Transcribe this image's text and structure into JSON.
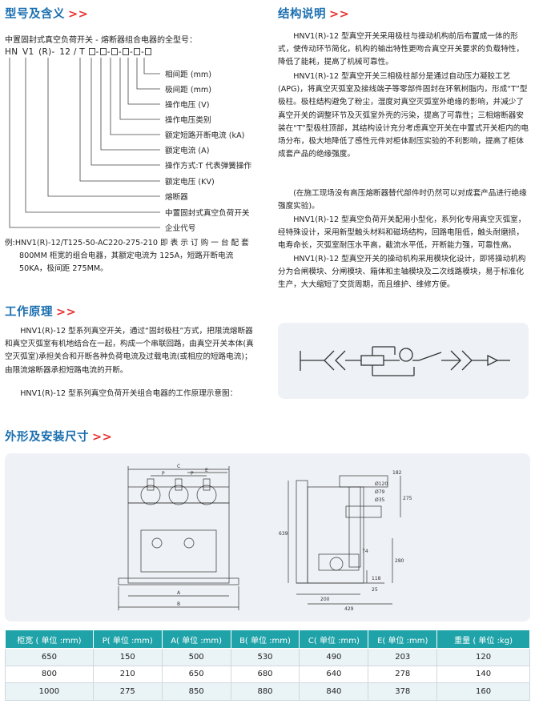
{
  "sections": {
    "model": {
      "title": "型号及含义",
      "arrow": ">>"
    },
    "structure": {
      "title": "结构说明",
      "arrow": ">>"
    },
    "principle": {
      "title": "工作原理",
      "arrow": ">>"
    },
    "dimensions": {
      "title": "外形及安装尺寸",
      "arrow": ">>"
    }
  },
  "model": {
    "intro": "中置固封式真空负荷开关 - 熔断器组合电器的全型号：",
    "code_parts": [
      "HN",
      "V1",
      "(R)-",
      "12 / T"
    ],
    "labels": [
      "相间距 (mm)",
      "极间距 (mm)",
      "操作电压 (V)",
      "操作电压类别",
      "额定短路开断电流 (kA)",
      "额定电流 (A)",
      "操作方式:T 代表弹簧操作",
      "额定电压 (KV)",
      "熔断器",
      "中置固封式真空负荷开关",
      "企业代号"
    ],
    "example_line1": "例:HNV1(R)-12/T125-50-AC220-275-210 即 表 示 订 购 一 台 配 套",
    "example_line2": "800MM 柜宽的组合电器，其额定电流为 125A，短路开断电流",
    "example_line3": "50KA，极间距 275MM。"
  },
  "structure": {
    "p1": "HNV1(R)-12 型真空开关采用极柱与操动机构前后布置成一体的形式，使传动环节简化，机构的输出特性更吻合真空开关要求的负载特性，降低了能耗，提高了机械可靠性。",
    "p2": "HNV1(R)-12 型真空开关三相极柱部分是通过自动压力凝胶工艺(APG)，将真空灭弧室及接线端子等零部件固封在环氧树脂内，形成“T”型极柱。极柱结构避免了粉尘，湿度对真空灭弧室外绝缘的影响，并减少了真空开关的调整环节及灭弧室外壳的污染，提高了可靠性；三相熔断器安装在“T”型极柱顶部，其结构设计充分考虑真空开关在中置式开关柜内的电场分布，极大地降低了感性元件对柜体耐压实验的不利影响，提高了柜体成套产品的绝缘强度。",
    "p3": "(在施工现场没有高压熔断器替代部件时仍然可以对成套产品进行绝缘强度实验)。",
    "p4": "HNV1(R)-12 型真空负荷开关配用小型化，系列化专用真空灭弧室，经特殊设计，采用新型触头材料和磁场结构，回路电阻低，触头耐磨损，电寿命长，灭弧室耐压水平高，截流水平低，开断能力强，可靠性高。",
    "p5": "HNV1(R)-12 型真空开关的操动机构采用模块化设计，即将操动机构分为合闸模块、分闸模块、箱体和主轴模块及二次线路模块，易于标准化生产，大大缩短了交货周期，而且维护、维修方便。"
  },
  "principle": {
    "p1": "HNV1(R)-12 型系列真空开关，通过“固封极柱”方式，把限流熔断器和真空灭弧室有机地结合在一起，构成一个串联回路，由真空开关本体(真空灭弧室)承担关合和开断各种负荷电流及过载电流(或相应的短路电流)；由限流熔断器承担短路电流的开断。",
    "p2": "HNV1(R)-12 型系列真空负荷开关组合电器的工作原理示意图："
  },
  "drawing": {
    "front_labels": [
      "C",
      "E",
      "P",
      "P",
      "A",
      "B"
    ],
    "side_labels": [
      "182",
      "Ø120",
      "Ø79",
      "Ø35",
      "275",
      "639",
      "74",
      "118",
      "280",
      "25",
      "200",
      "429"
    ]
  },
  "table": {
    "headers": [
      "柜宽 ( 单位 :mm)",
      "P( 单位 :mm)",
      "A( 单位 :mm)",
      "B( 单位 :mm)",
      "C( 单位 :mm)",
      "E( 单位 :mm)",
      "重量 ( 单位 :kg)"
    ],
    "rows": [
      [
        "650",
        "150",
        "500",
        "530",
        "490",
        "203",
        "120"
      ],
      [
        "800",
        "210",
        "650",
        "680",
        "640",
        "278",
        "140"
      ],
      [
        "1000",
        "275",
        "850",
        "880",
        "840",
        "378",
        "160"
      ]
    ]
  }
}
